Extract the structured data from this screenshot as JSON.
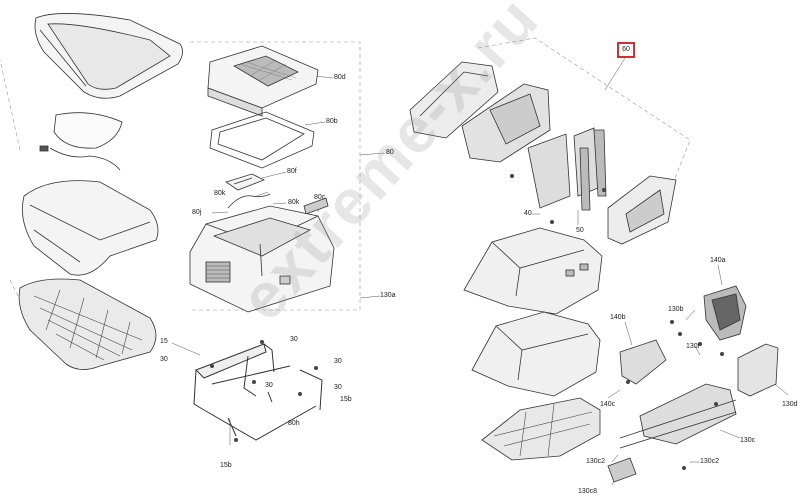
{
  "watermark": "extreme-x.ru",
  "highlighted_callout": "60",
  "labels": {
    "p80d": "80d",
    "p80b": "80b",
    "p80": "80",
    "p80f": "80f",
    "p80k_a": "80k",
    "p80k_b": "80k",
    "p80c": "80c",
    "p80j": "80j",
    "p130a": "130a",
    "p15_a": "15",
    "p30_a": "30",
    "p30_b": "30",
    "p30_c": "30",
    "p30_d": "30",
    "p30_e": "30",
    "p15b_a": "15b",
    "p15b_b": "15b",
    "p80h": "80h",
    "p40": "40",
    "p50": "50",
    "p140a": "140a",
    "p140b": "140b",
    "p130b": "130b",
    "p130f": "130f",
    "p130d": "130d",
    "p140c": "140c",
    "p130c_a": "130c",
    "p130c2_a": "130c2",
    "p130c2_b": "130c2",
    "p130c8": "130c8"
  },
  "colors": {
    "highlight": "#d32f2f",
    "line": "#333333",
    "fill": "#f4f4f4",
    "dark": "#444444"
  }
}
